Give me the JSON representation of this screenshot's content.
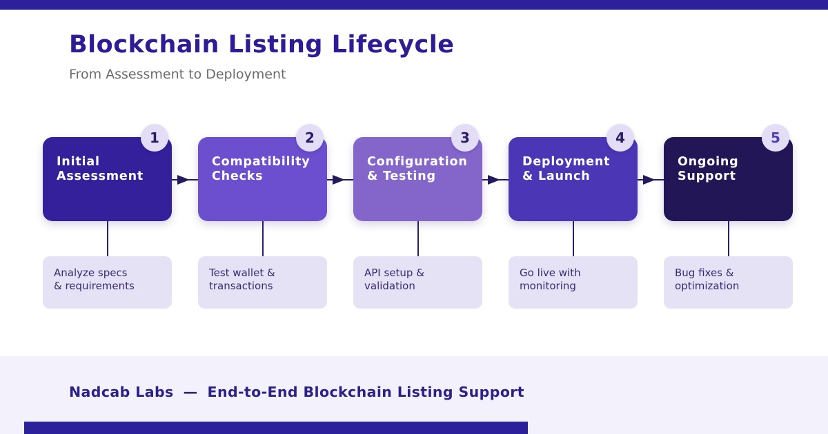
{
  "header": {
    "title": "Blockchain Listing Lifecycle",
    "subtitle": "From Assessment to Deployment"
  },
  "steps": [
    {
      "number": "1",
      "title_line1": "Initial",
      "title_line2": "Assessment",
      "detail_line1": "Analyze specs",
      "detail_line2": "& requirements",
      "color": "#33209a",
      "badge_text_color": "#2a1d66"
    },
    {
      "number": "2",
      "title_line1": "Compatibility",
      "title_line2": "Checks",
      "detail_line1": "Test wallet &",
      "detail_line2": "transactions",
      "color": "#6b4fcf",
      "badge_text_color": "#2a1d66"
    },
    {
      "number": "3",
      "title_line1": "Configuration",
      "title_line2": "& Testing",
      "detail_line1": "API setup &",
      "detail_line2": "validation",
      "color": "#8466cb",
      "badge_text_color": "#2a1d66"
    },
    {
      "number": "4",
      "title_line1": "Deployment",
      "title_line2": "& Launch",
      "detail_line1": "Go live with",
      "detail_line2": "monitoring",
      "color": "#4b36b5",
      "badge_text_color": "#2a1d66"
    },
    {
      "number": "5",
      "title_line1": "Ongoing",
      "title_line2": "Support",
      "detail_line1": "Bug fixes &",
      "detail_line2": "optimization",
      "color": "#231656",
      "badge_text_color": "#4f3fb5"
    }
  ],
  "footer": {
    "brand": "Nadcab Labs",
    "separator": "—",
    "tagline": "End-to-End Blockchain Listing Support"
  },
  "colors": {
    "top_bar": "#2d219b",
    "bottom_bar": "#2d219b",
    "arrow": "#241a5e",
    "connector": "#2b1d71",
    "badge_bg": "#e3def6",
    "detail_bg": "#e6e2f6",
    "detail_text": "#3a2b70",
    "footer_bg": "#f3f1fb",
    "footer_text": "#2b2187",
    "title": "#2e1c96",
    "subtitle": "#6b6b6b"
  }
}
